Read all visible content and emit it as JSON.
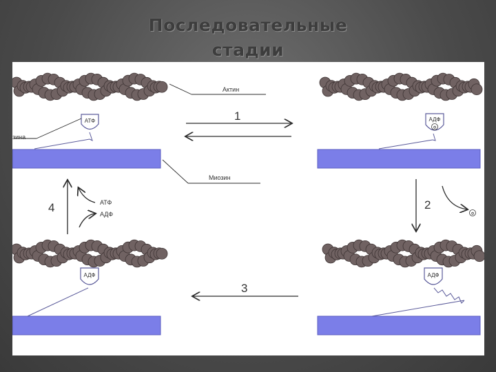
{
  "slide": {
    "title_line1": "Последовательные",
    "title_line2": "стадии"
  },
  "diagram": {
    "actin_label": "Актин",
    "myosin_label": "Миозин",
    "myosin_head_label": "зина",
    "step1": "1",
    "step2": "2",
    "step3": "3",
    "step4": "4",
    "head_stage1": "АТФ",
    "head_stage2_top": "АДФ",
    "head_stage2_bottom": "Ф",
    "head_stage3": "АДФ",
    "head_stage4": "АДФ",
    "step4_out": "АТФ",
    "step4_in": "АДФ",
    "step2_released": "Ф"
  },
  "colors": {
    "actin": "#706262",
    "myosin_bar": "#7b7ee8",
    "myosin_bar_border": "#5b5ec0",
    "lines": "#2a2a2a",
    "head_stroke": "#5a5a9a"
  }
}
